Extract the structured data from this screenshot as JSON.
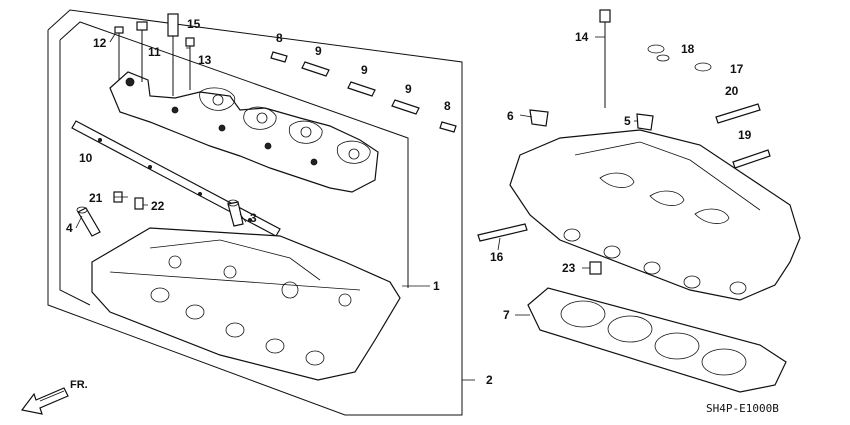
{
  "callouts": {
    "c1": "1",
    "c2": "2",
    "c3": "3",
    "c4": "4",
    "c5": "5",
    "c6": "6",
    "c7": "7",
    "c8a": "8",
    "c8b": "8",
    "c9a": "9",
    "c9b": "9",
    "c9c": "9",
    "c10": "10",
    "c11": "11",
    "c12": "12",
    "c13": "13",
    "c14": "14",
    "c15": "15",
    "c16": "16",
    "c17": "17",
    "c18": "18",
    "c19": "19",
    "c20": "20",
    "c21": "21",
    "c22": "22",
    "c23": "23"
  },
  "direction_label": "FR.",
  "diagram_code": "SH4P-E1000B"
}
